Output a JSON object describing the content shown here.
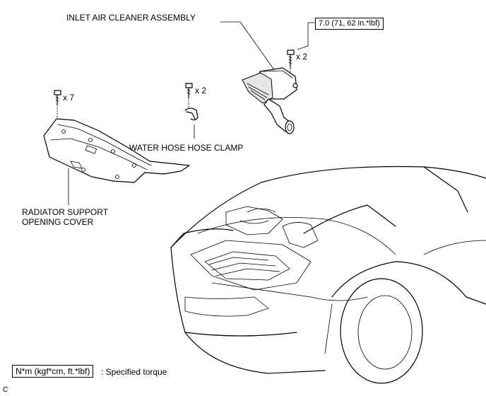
{
  "labels": {
    "inlet_air_cleaner": "INLET AIR CLEANER ASSEMBLY",
    "water_hose_clamp": "WATER HOSE HOSE CLAMP",
    "radiator_cover_line1": "RADIATOR SUPPORT",
    "radiator_cover_line2": "OPENING COVER"
  },
  "torque": {
    "inlet_air_cleaner": "7.0 (71, 62 in.*lbf)"
  },
  "quantities": {
    "air_cleaner_bolts": "x 2",
    "clamp_bolts": "x 2",
    "cover_clips": "x 7"
  },
  "legend": {
    "unit_box": "N*m (kgf*cm, ft.*lbf)",
    "description": ": Specified torque"
  },
  "figure_code": "C",
  "icons": [
    "bolt-icon",
    "clip-icon"
  ]
}
